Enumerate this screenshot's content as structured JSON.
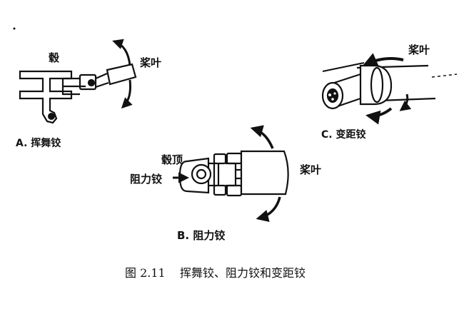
{
  "figure": {
    "caption": "图 2.11    挥舞铰、阻力铰和变距铰"
  },
  "panel_a": {
    "hub_label": "毂",
    "blade_label": "桨叶",
    "title": "A.  挥舞铰"
  },
  "panel_b": {
    "hub_top_label": "毂顶",
    "hinge_label": "阻力铰",
    "blade_label": "桨叶",
    "title": "B.  阻力铰"
  },
  "panel_c": {
    "blade_label": "桨叶",
    "title": "C.  变距铰"
  }
}
